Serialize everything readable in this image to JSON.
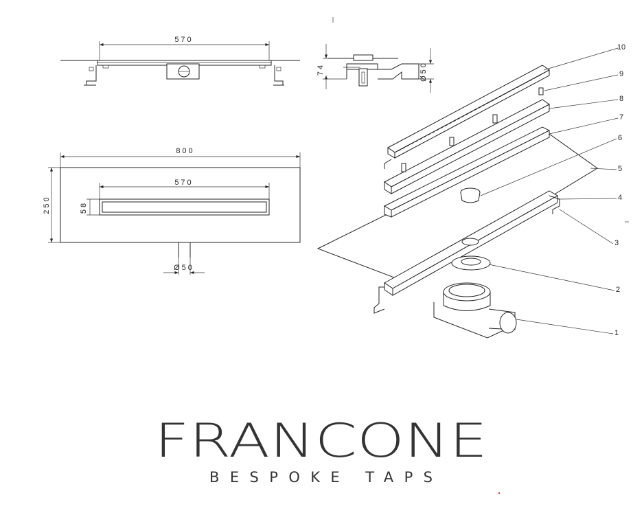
{
  "front_view": {
    "width_label": "570"
  },
  "side_view": {
    "height_label": "74",
    "pipe_label": "Ø50"
  },
  "plan_view": {
    "overall_width": "800",
    "overall_depth": "250",
    "channel_length": "570",
    "channel_width": "58",
    "outlet_label": "Ø50"
  },
  "exploded_view": {
    "callouts": [
      "1",
      "2",
      "3",
      "4",
      "5",
      "6",
      "7",
      "8",
      "9",
      "10"
    ]
  },
  "logo": {
    "brand": "FRANCONE",
    "tagline": "BESPOKE TAPS"
  },
  "colors": {
    "line": "#222222",
    "logo": "#333333",
    "background": "#ffffff"
  }
}
